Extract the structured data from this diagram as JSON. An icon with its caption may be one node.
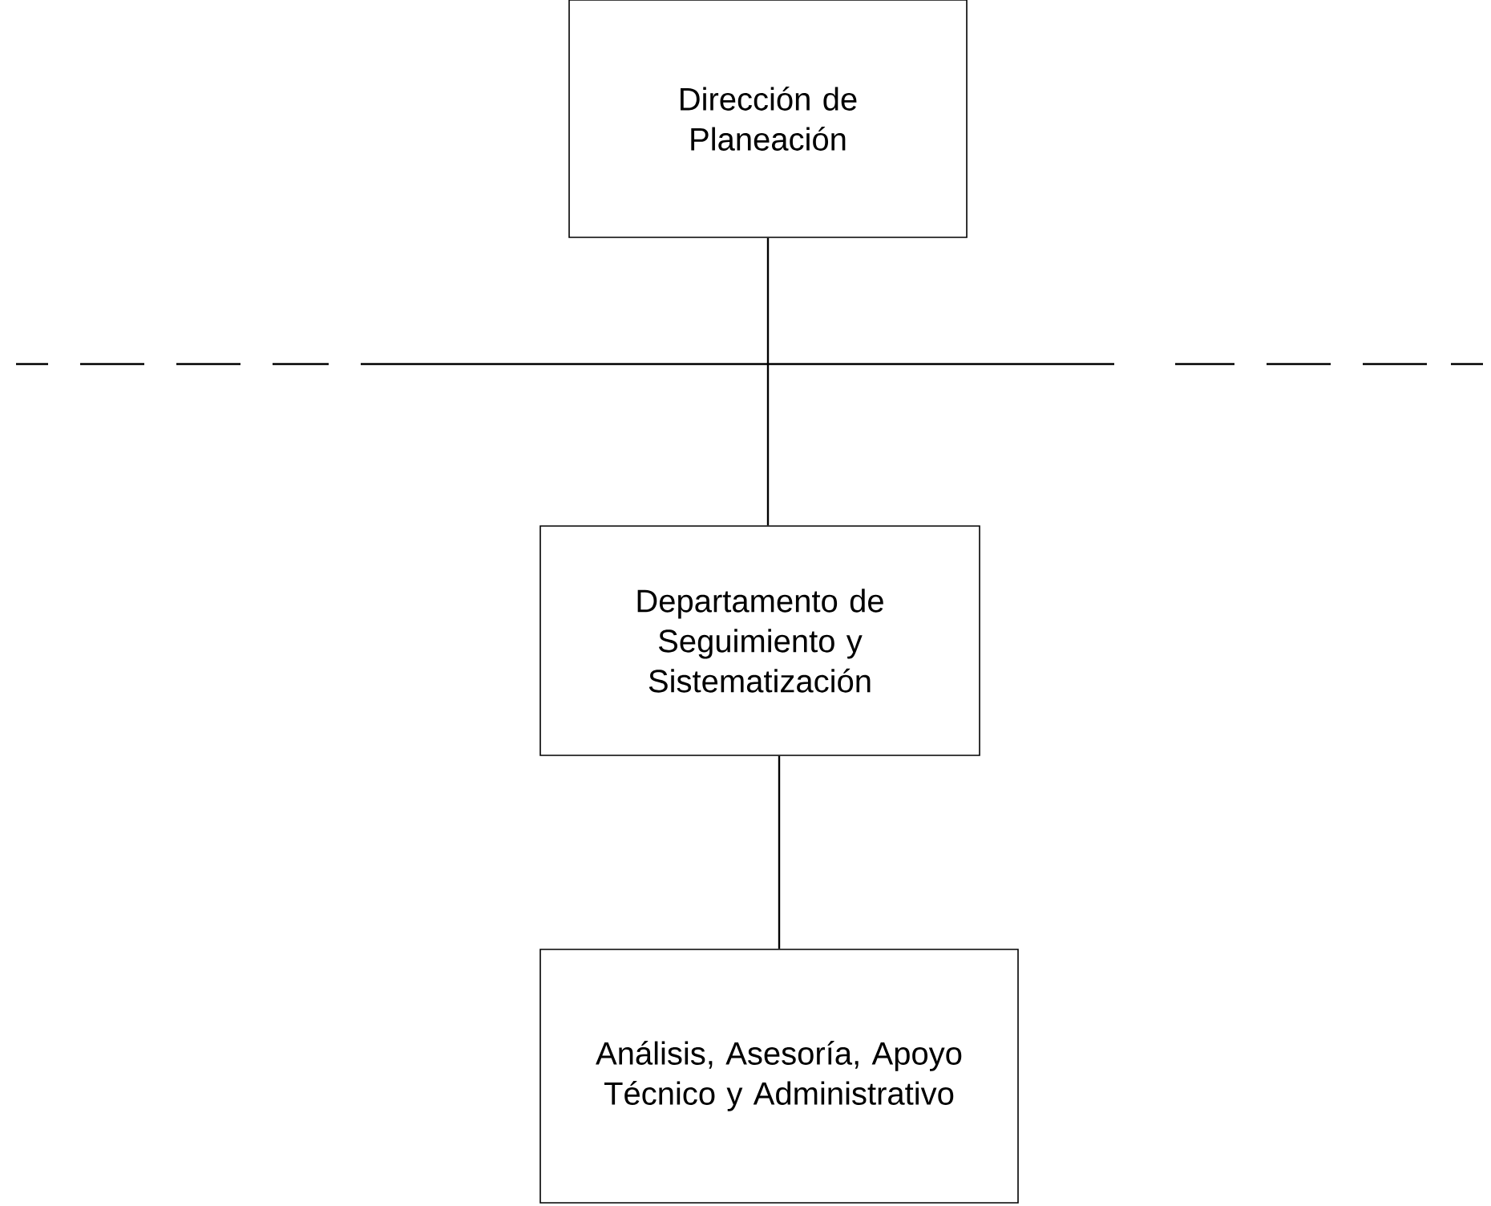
{
  "diagram": {
    "nodes": [
      {
        "text": [
          "Dirección de Planeación"
        ]
      },
      {
        "text": [
          "Departamento de Seguimiento y Sistematización"
        ]
      },
      {
        "text": [
          "Análisis, Asesoría, Apoyo Técnico y Administrativo"
        ]
      }
    ],
    "edges": [
      {
        "from": 0,
        "to": 1,
        "arrow": "none"
      },
      {
        "from": 1,
        "to": 2,
        "arrow": "none"
      }
    ]
  }
}
